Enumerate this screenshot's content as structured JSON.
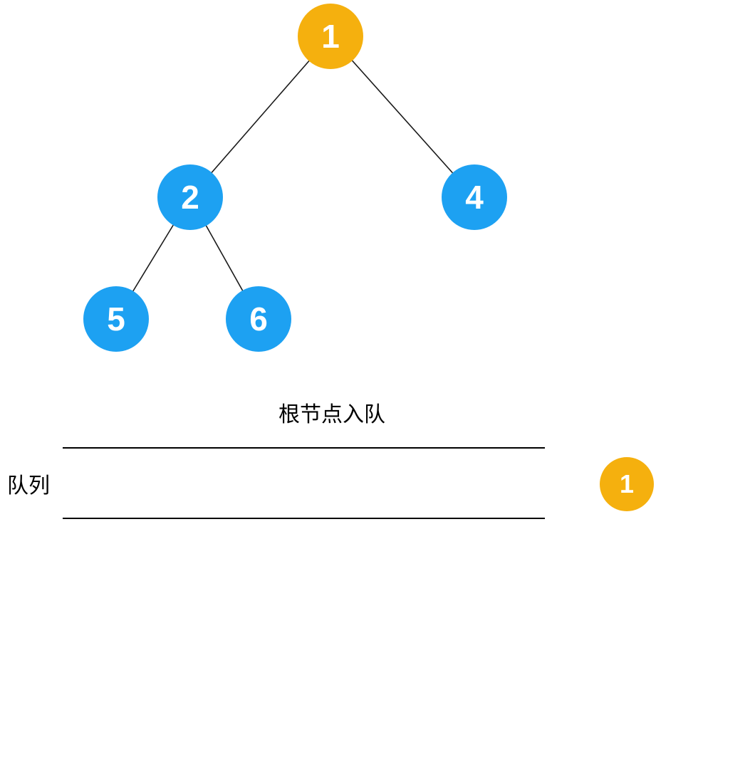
{
  "colors": {
    "node_blue": "#1da1f2",
    "node_orange": "#f5b00e",
    "edge_color": "#1a1a1a",
    "line_color": "#000000",
    "text_color": "#000000"
  },
  "tree": {
    "nodes": [
      {
        "label": "1",
        "color": "orange",
        "role": "root"
      },
      {
        "label": "2",
        "color": "blue"
      },
      {
        "label": "4",
        "color": "blue"
      },
      {
        "label": "5",
        "color": "blue"
      },
      {
        "label": "6",
        "color": "blue"
      }
    ],
    "edges": [
      {
        "from": "1",
        "to": "2"
      },
      {
        "from": "1",
        "to": "4"
      },
      {
        "from": "2",
        "to": "5"
      },
      {
        "from": "2",
        "to": "6"
      }
    ]
  },
  "caption": "根节点入队",
  "queue": {
    "label": "队列",
    "items": [
      {
        "label": "1",
        "color": "orange"
      }
    ]
  }
}
